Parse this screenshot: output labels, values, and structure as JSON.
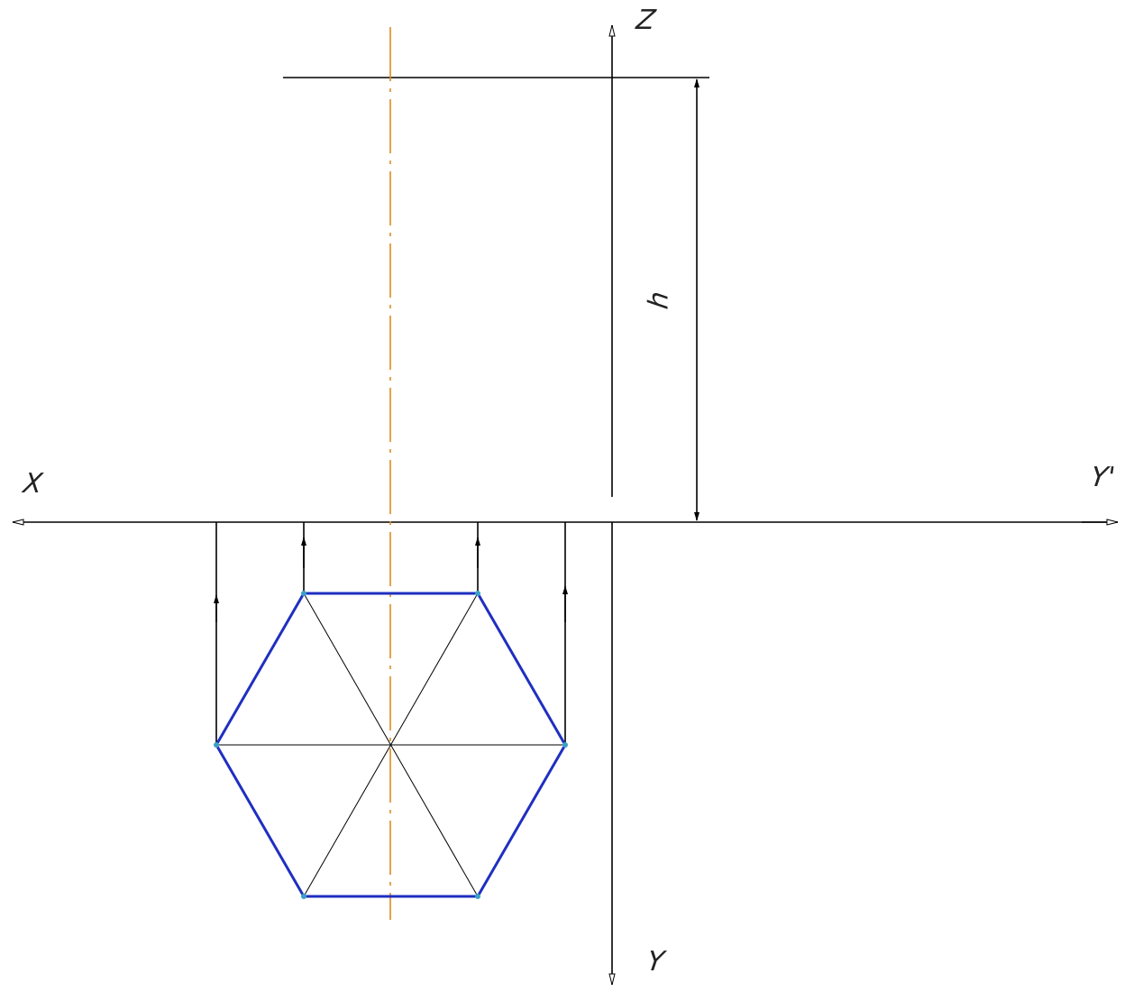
{
  "labels": {
    "z": "Z",
    "x": "X",
    "y_prime": "Y'",
    "y": "Y",
    "h": "h"
  },
  "colors": {
    "line": "#000000",
    "hexagon": "#1f2fc0",
    "centerline": "#e08a1e",
    "vertex": "#3aa0c8"
  }
}
